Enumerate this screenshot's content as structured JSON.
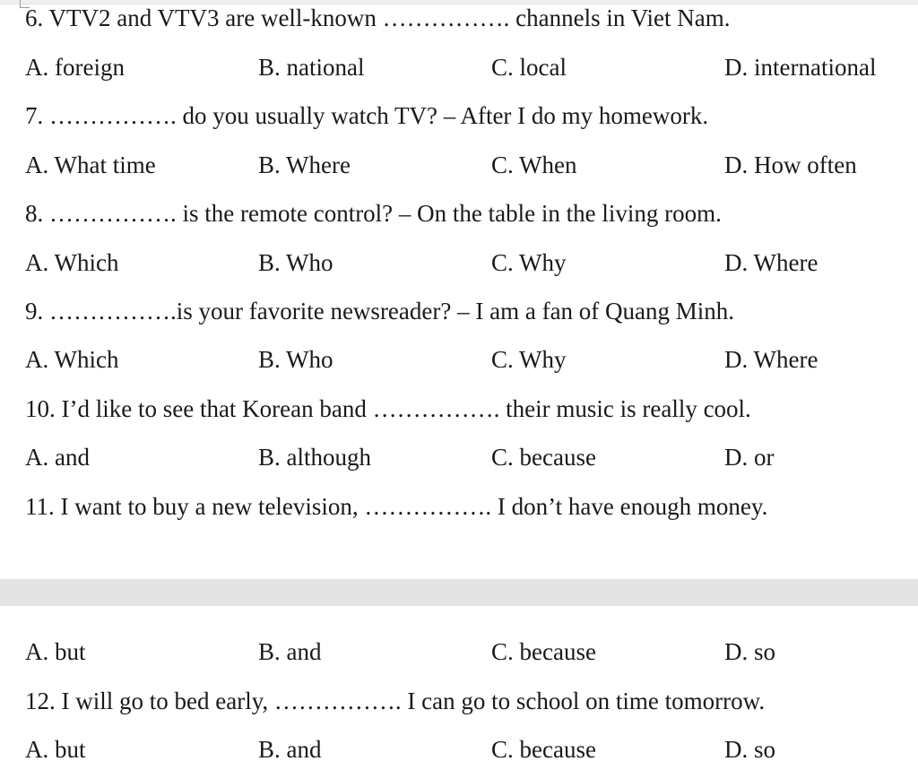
{
  "page1": {
    "questions": [
      {
        "text": "6. VTV2 and VTV3 are well-known ……………. channels in Viet Nam.",
        "options": [
          "A. foreign",
          "B. national",
          "C. local",
          "D. international"
        ]
      },
      {
        "text": "7. ……………. do you usually watch TV? – After I do my homework.",
        "options": [
          "A. What time",
          "B. Where",
          "C. When",
          "D. How often"
        ]
      },
      {
        "text": "8. ……………. is the remote control? – On the table in the living room.",
        "options": [
          "A. Which",
          "B. Who",
          "C. Why",
          "D. Where"
        ]
      },
      {
        "text": "9. …………….is your favorite newsreader? – I am a fan of Quang Minh.",
        "options": [
          "A. Which",
          "B. Who",
          "C. Why",
          "D. Where"
        ]
      },
      {
        "text": "10. I’d like to see that Korean band ……………. their music is really cool.",
        "options": [
          "A. and",
          "B. although",
          "C. because",
          "D. or"
        ]
      },
      {
        "text": "11. I want to buy a new television, ……………. I don’t have enough money."
      }
    ]
  },
  "page2": {
    "q11_options": [
      "A. but",
      "B. and",
      "C. because",
      "D. so"
    ],
    "questions": [
      {
        "text": "12. I will go to bed early, ……………. I can go to school on time tomorrow.",
        "options": [
          "A. but",
          "B. and",
          "C. because",
          "D. so"
        ]
      }
    ]
  }
}
